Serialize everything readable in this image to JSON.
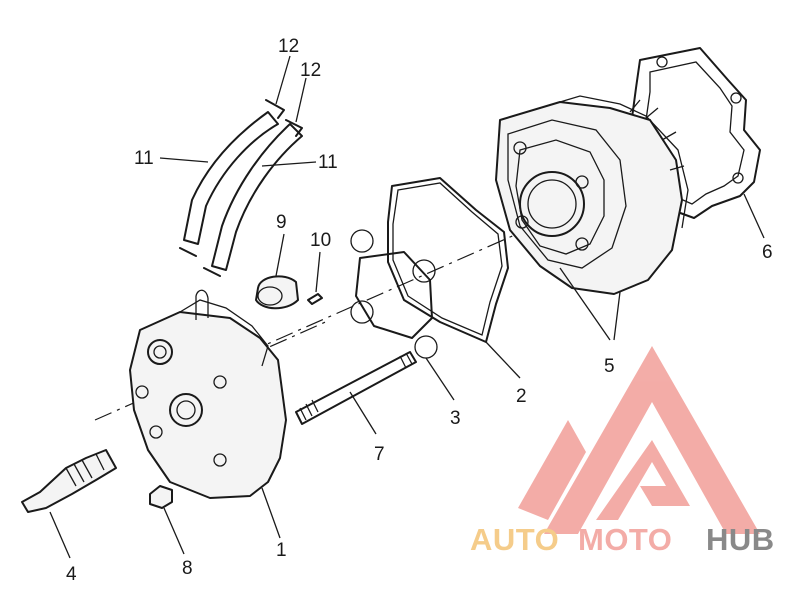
{
  "callouts": [
    {
      "id": "1",
      "label": "1"
    },
    {
      "id": "2",
      "label": "2"
    },
    {
      "id": "3",
      "label": "3"
    },
    {
      "id": "4",
      "label": "4"
    },
    {
      "id": "5",
      "label": "5"
    },
    {
      "id": "6",
      "label": "6"
    },
    {
      "id": "7",
      "label": "7"
    },
    {
      "id": "8",
      "label": "8"
    },
    {
      "id": "9",
      "label": "9"
    },
    {
      "id": "10",
      "label": "10"
    },
    {
      "id": "11a",
      "label": "11"
    },
    {
      "id": "11b",
      "label": "11"
    },
    {
      "id": "12a",
      "label": "12"
    },
    {
      "id": "12b",
      "label": "12"
    }
  ],
  "watermark": {
    "part1": "AUTO",
    "part2": "MOTO",
    "part3": "HUB",
    "color_primary": "#f2a49e",
    "color_secondary": "#f4c77e",
    "color_dark": "#7d7d7d"
  }
}
